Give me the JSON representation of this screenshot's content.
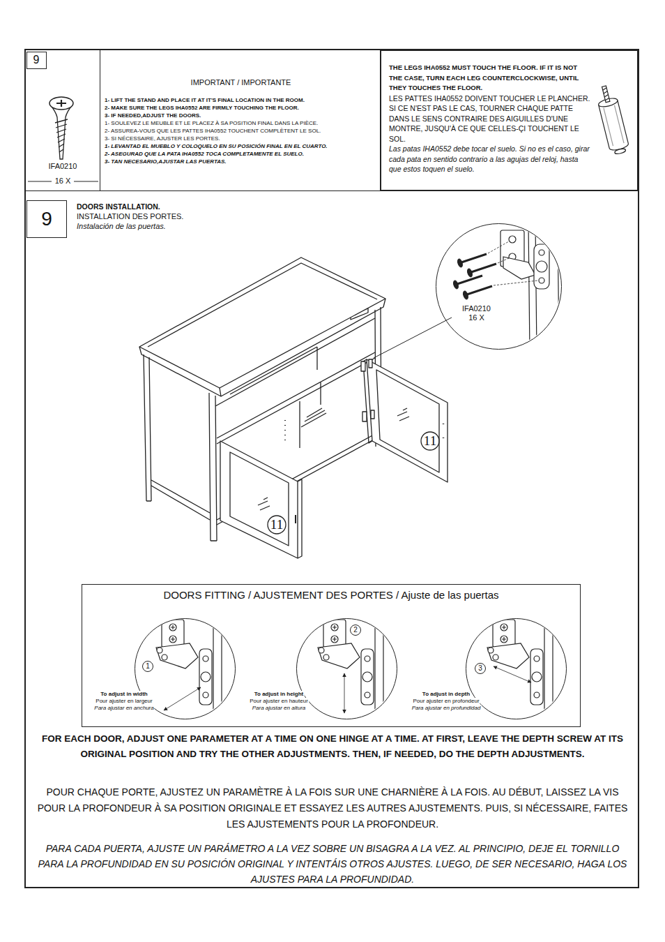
{
  "diagram": {
    "nodes": [
      {
        "text": [
          "IFA0210",
          "16 X"
        ]
      },
      {
        "text": [
          "9"
        ],
        "in": 0
      },
      {
        "text": [
          "IMPORTANT / IMPORTANTE",
          "1- LIFT THE STAND AND PLACE IT AT IT'S FINAL LOCATION IN THE ROOM.",
          "2- MAKE SURE THE LEGS IHA0552 ARE FIRMLY TOUCHING THE FLOOR.",
          "3- IF NEEDED,ADJUST THE DOORS.",
          "1- SOULEVEZ LE MEUBLE ET LE PLACEZ À SA POSITION FINAL DANS LA PIÈCE.",
          "2- ASSUREA-VOUS QUE LES PATTES IHA0552 TOUCHENT COMPLÈTENT LE SOL.",
          "3- SI NÉCESSAIRE, AJUSTER LES PORTES.",
          "1- LEVANTAD EL MUEBLO Y COLOQUELO EN SU POSICIÓN FINAL EN EL CUARTO.",
          "2- ASEGURAD QUE LA PATA IHA0552 TOCA COMPLETAMENTE EL SUELO.",
          "3- TAN NECESARIO,AJUSTAR LAS PUERTAS."
        ]
      },
      {
        "text": [
          "THE LEGS IHA0552 MUST TOUCH THE FLOOR. IF IT IS NOT THE CASE, TURN EACH LEG COUNTERCLOCKWISE, UNTIL THEY TOUCHES THE FLOOR.",
          "LES PATTES IHA0552 DOIVENT TOUCHER LE PLANCHER. SI CE N'EST PAS LE CAS, TOURNER CHAQUE PATTE DANS LE SENS CONTRAIRE DES AIGUILLES D'UNE MONTRE, JUSQU'À CE QUE CELLES-ÇI TOUCHENT LE SOL.",
          "Las patas IHA0552 debe tocar el suelo. Si no es el caso, girar cada pata en sentido contrario a las agujas del reloj, hasta que estos toquen el suelo."
        ]
      },
      {
        "text": [
          "9"
        ]
      },
      {
        "text": [
          "IFA0210",
          "16 X"
        ]
      },
      {
        "text": [
          "DOORS FITTING / AJUSTEMENT DES PORTES / Ajuste de las puertas"
        ]
      },
      {
        "text": [
          "1",
          "To adjust in width",
          "Pour ajuster en largeur",
          "Para ajustar en anchura"
        ],
        "in": 6
      },
      {
        "text": [
          "2",
          "To adjust in height",
          "Pour ajuster en hauteur",
          "Para ajustar en altura"
        ],
        "in": 6
      },
      {
        "text": [
          "3",
          "To adjust in depth",
          "Pour ajuster en profondeur",
          "Para ajustar en profundidad"
        ],
        "in": 6
      }
    ],
    "labels": [
      "DOORS INSTALLATION.",
      "INSTALLATION DES PORTES.",
      "Instalación de las puertas.",
      "11",
      "11",
      "FOR EACH DOOR, ADJUST ONE PARAMETER AT A TIME ON ONE HINGE AT A TIME. AT FIRST, LEAVE THE DEPTH SCREW AT ITS ORIGINAL POSITION AND TRY THE OTHER ADJUSTMENTS. THEN, IF NEEDED, DO THE DEPTH ADJUSTMENTS.",
      "POUR CHAQUE PORTE, AJUSTEZ UN PARAMÈTRE À LA FOIS SUR UNE CHARNIÈRE À LA FOIS. AU DÉBUT, LAISSEZ LA VIS POUR LA PROFONDEUR À SA POSITION ORIGINALE ET ESSAYEZ LES AUTRES AJUSTEMENTS. PUIS, SI NÉCESSAIRE, FAITES LES AJUSTEMENTS POUR LA PROFONDEUR.",
      "PARA CADA PUERTA, AJUSTE UN PARÁMETRO A LA VEZ SOBRE UN BISAGRA A LA VEZ. AL PRINCIPIO, DEJE EL TORNILLO PARA LA PROFUNDIDAD EN SU POSICIÓN ORIGINAL Y INTENTÁIS OTROS AJUSTES. LUEGO, DE SER NECESARIO, HAGA LOS AJUSTES PARA LA PROFUNDIDAD."
    ]
  }
}
